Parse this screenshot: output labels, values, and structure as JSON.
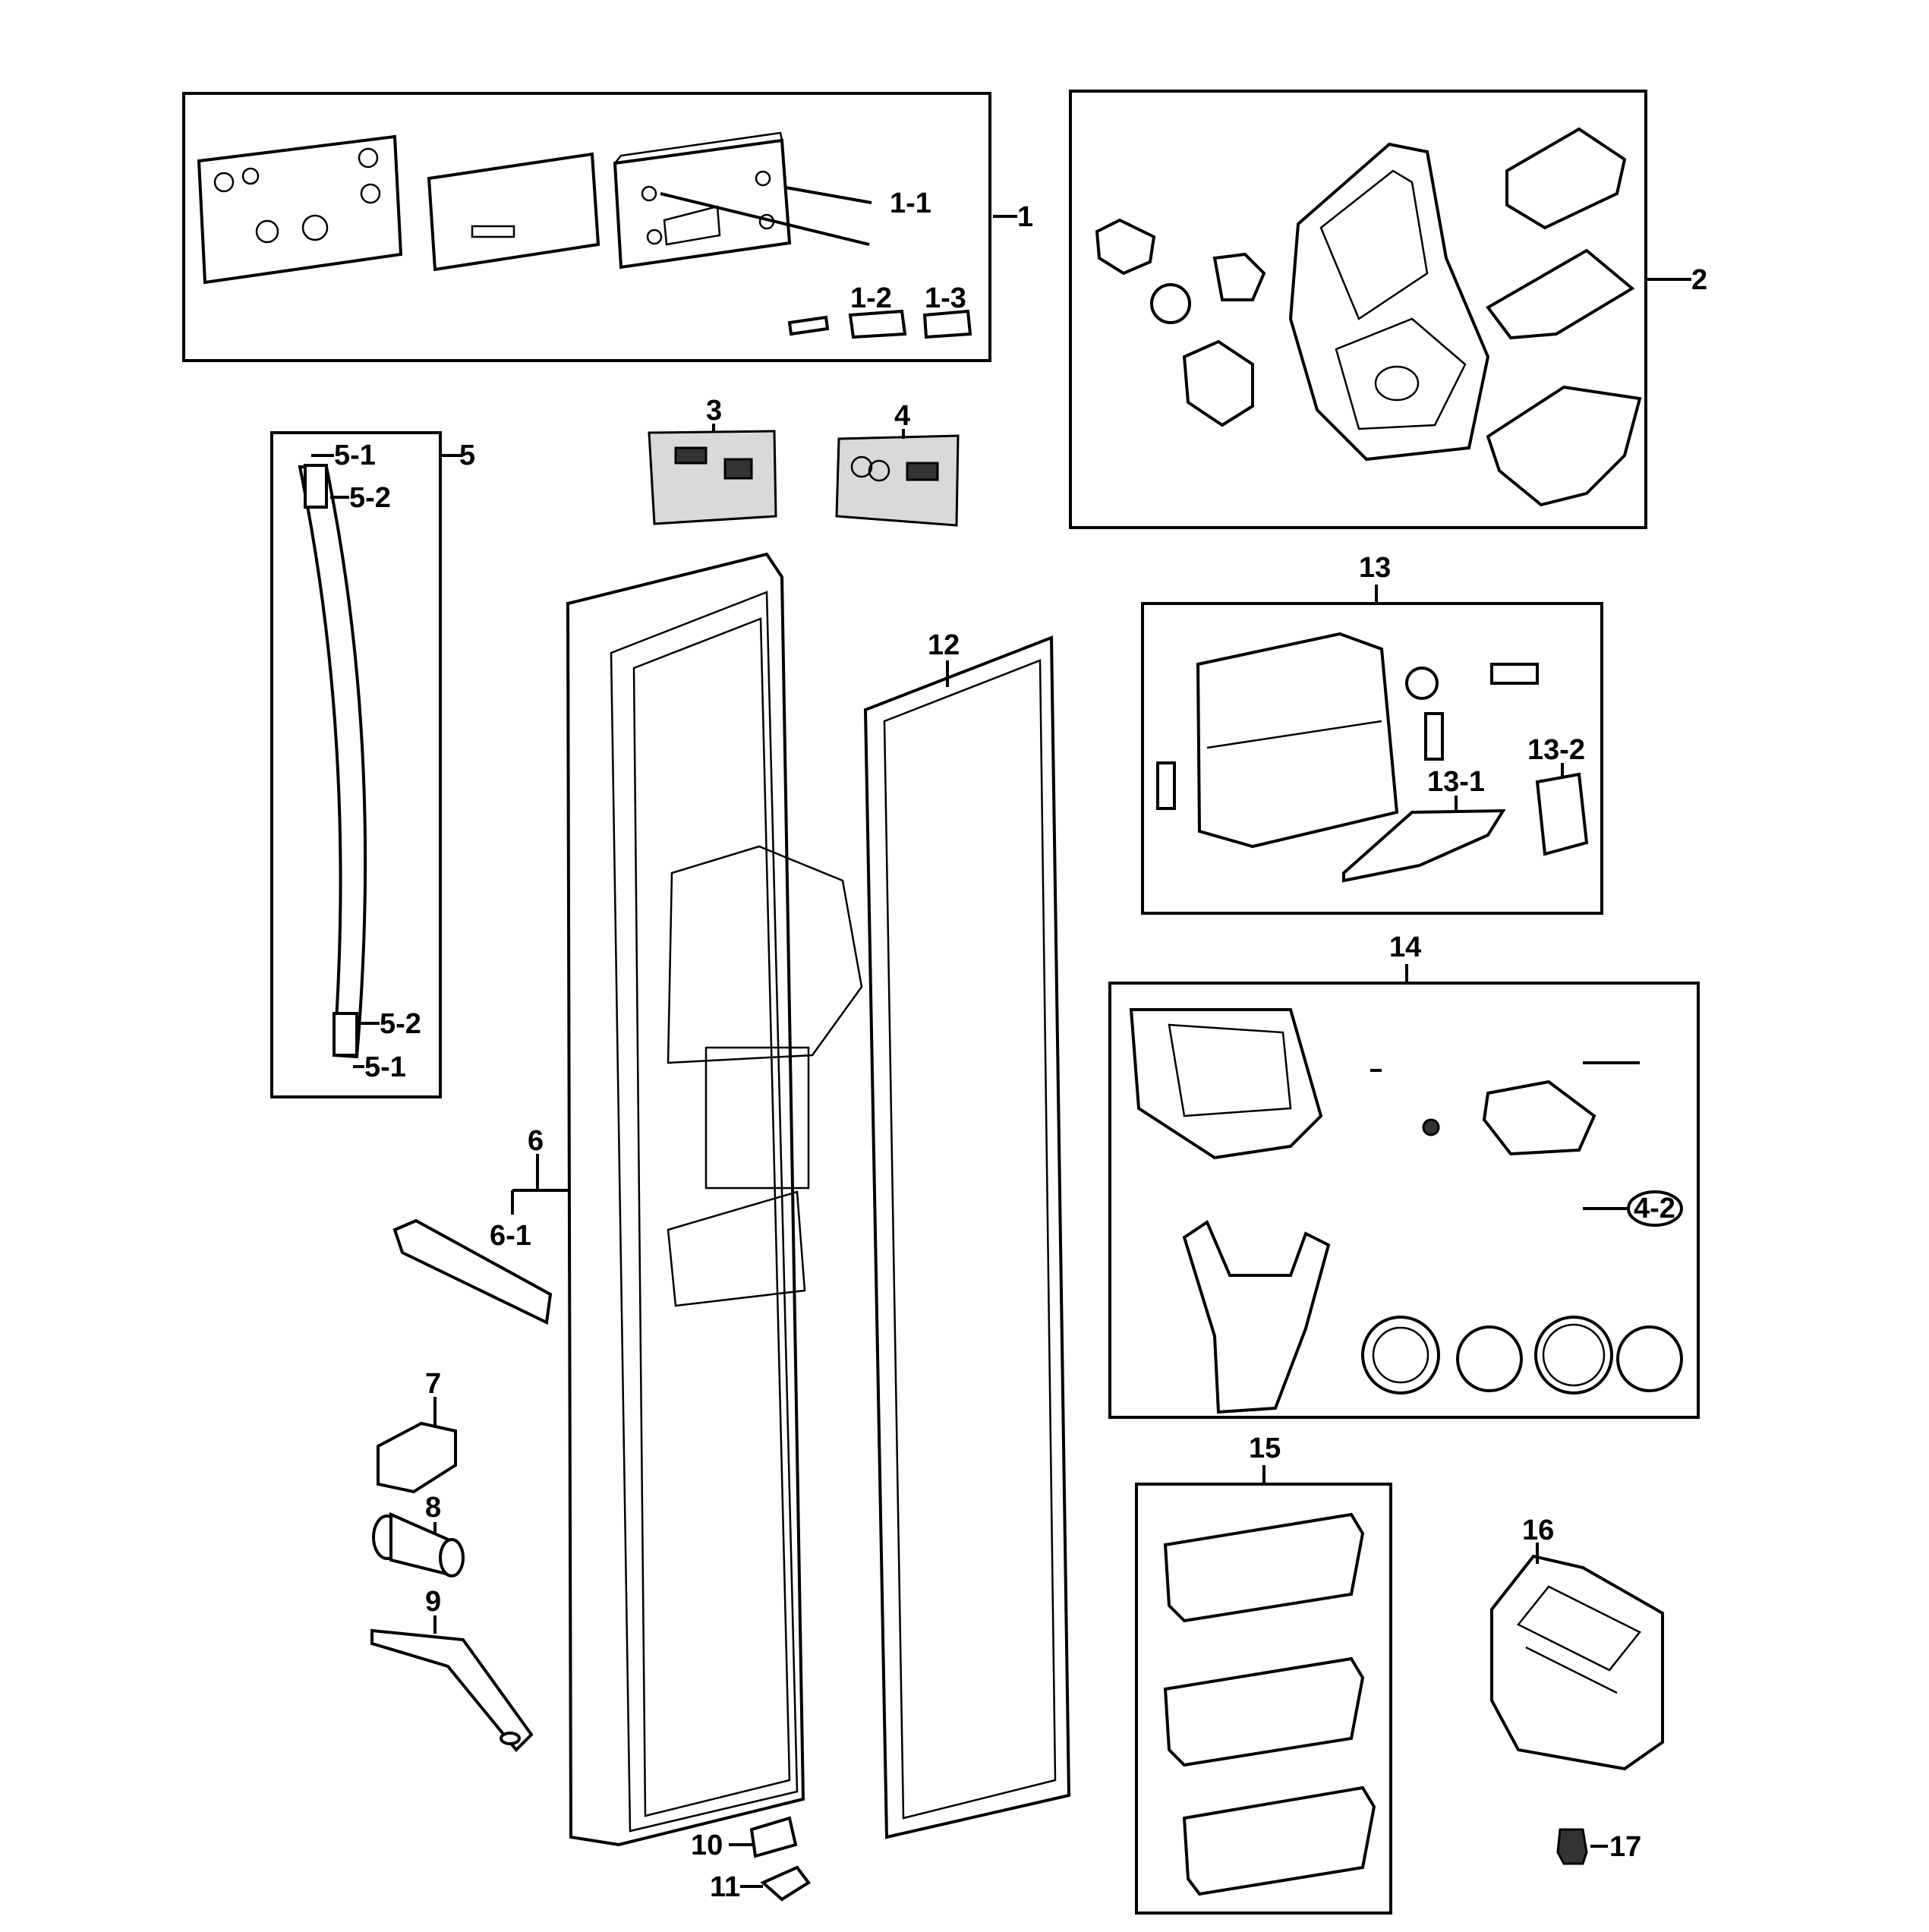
{
  "labels": {
    "p1": "1",
    "p1_1": "1-1",
    "p1_2": "1-2",
    "p1_3": "1-3",
    "p2": "2",
    "p3": "3",
    "p4": "4",
    "p5": "5",
    "p5_1_top": "5-1",
    "p5_2_top": "5-2",
    "p5_2_bot": "5-2",
    "p5_1_bot": "5-1",
    "p6": "6",
    "p6_1": "6-1",
    "p7": "7",
    "p8": "8",
    "p9": "9",
    "p10": "10",
    "p11": "11",
    "p12": "12",
    "p13": "13",
    "p13_1": "13-1",
    "p13_2": "13-2",
    "p14": "14",
    "p14_4_2": "4-2",
    "p15": "15",
    "p16": "16",
    "p17": "17"
  }
}
